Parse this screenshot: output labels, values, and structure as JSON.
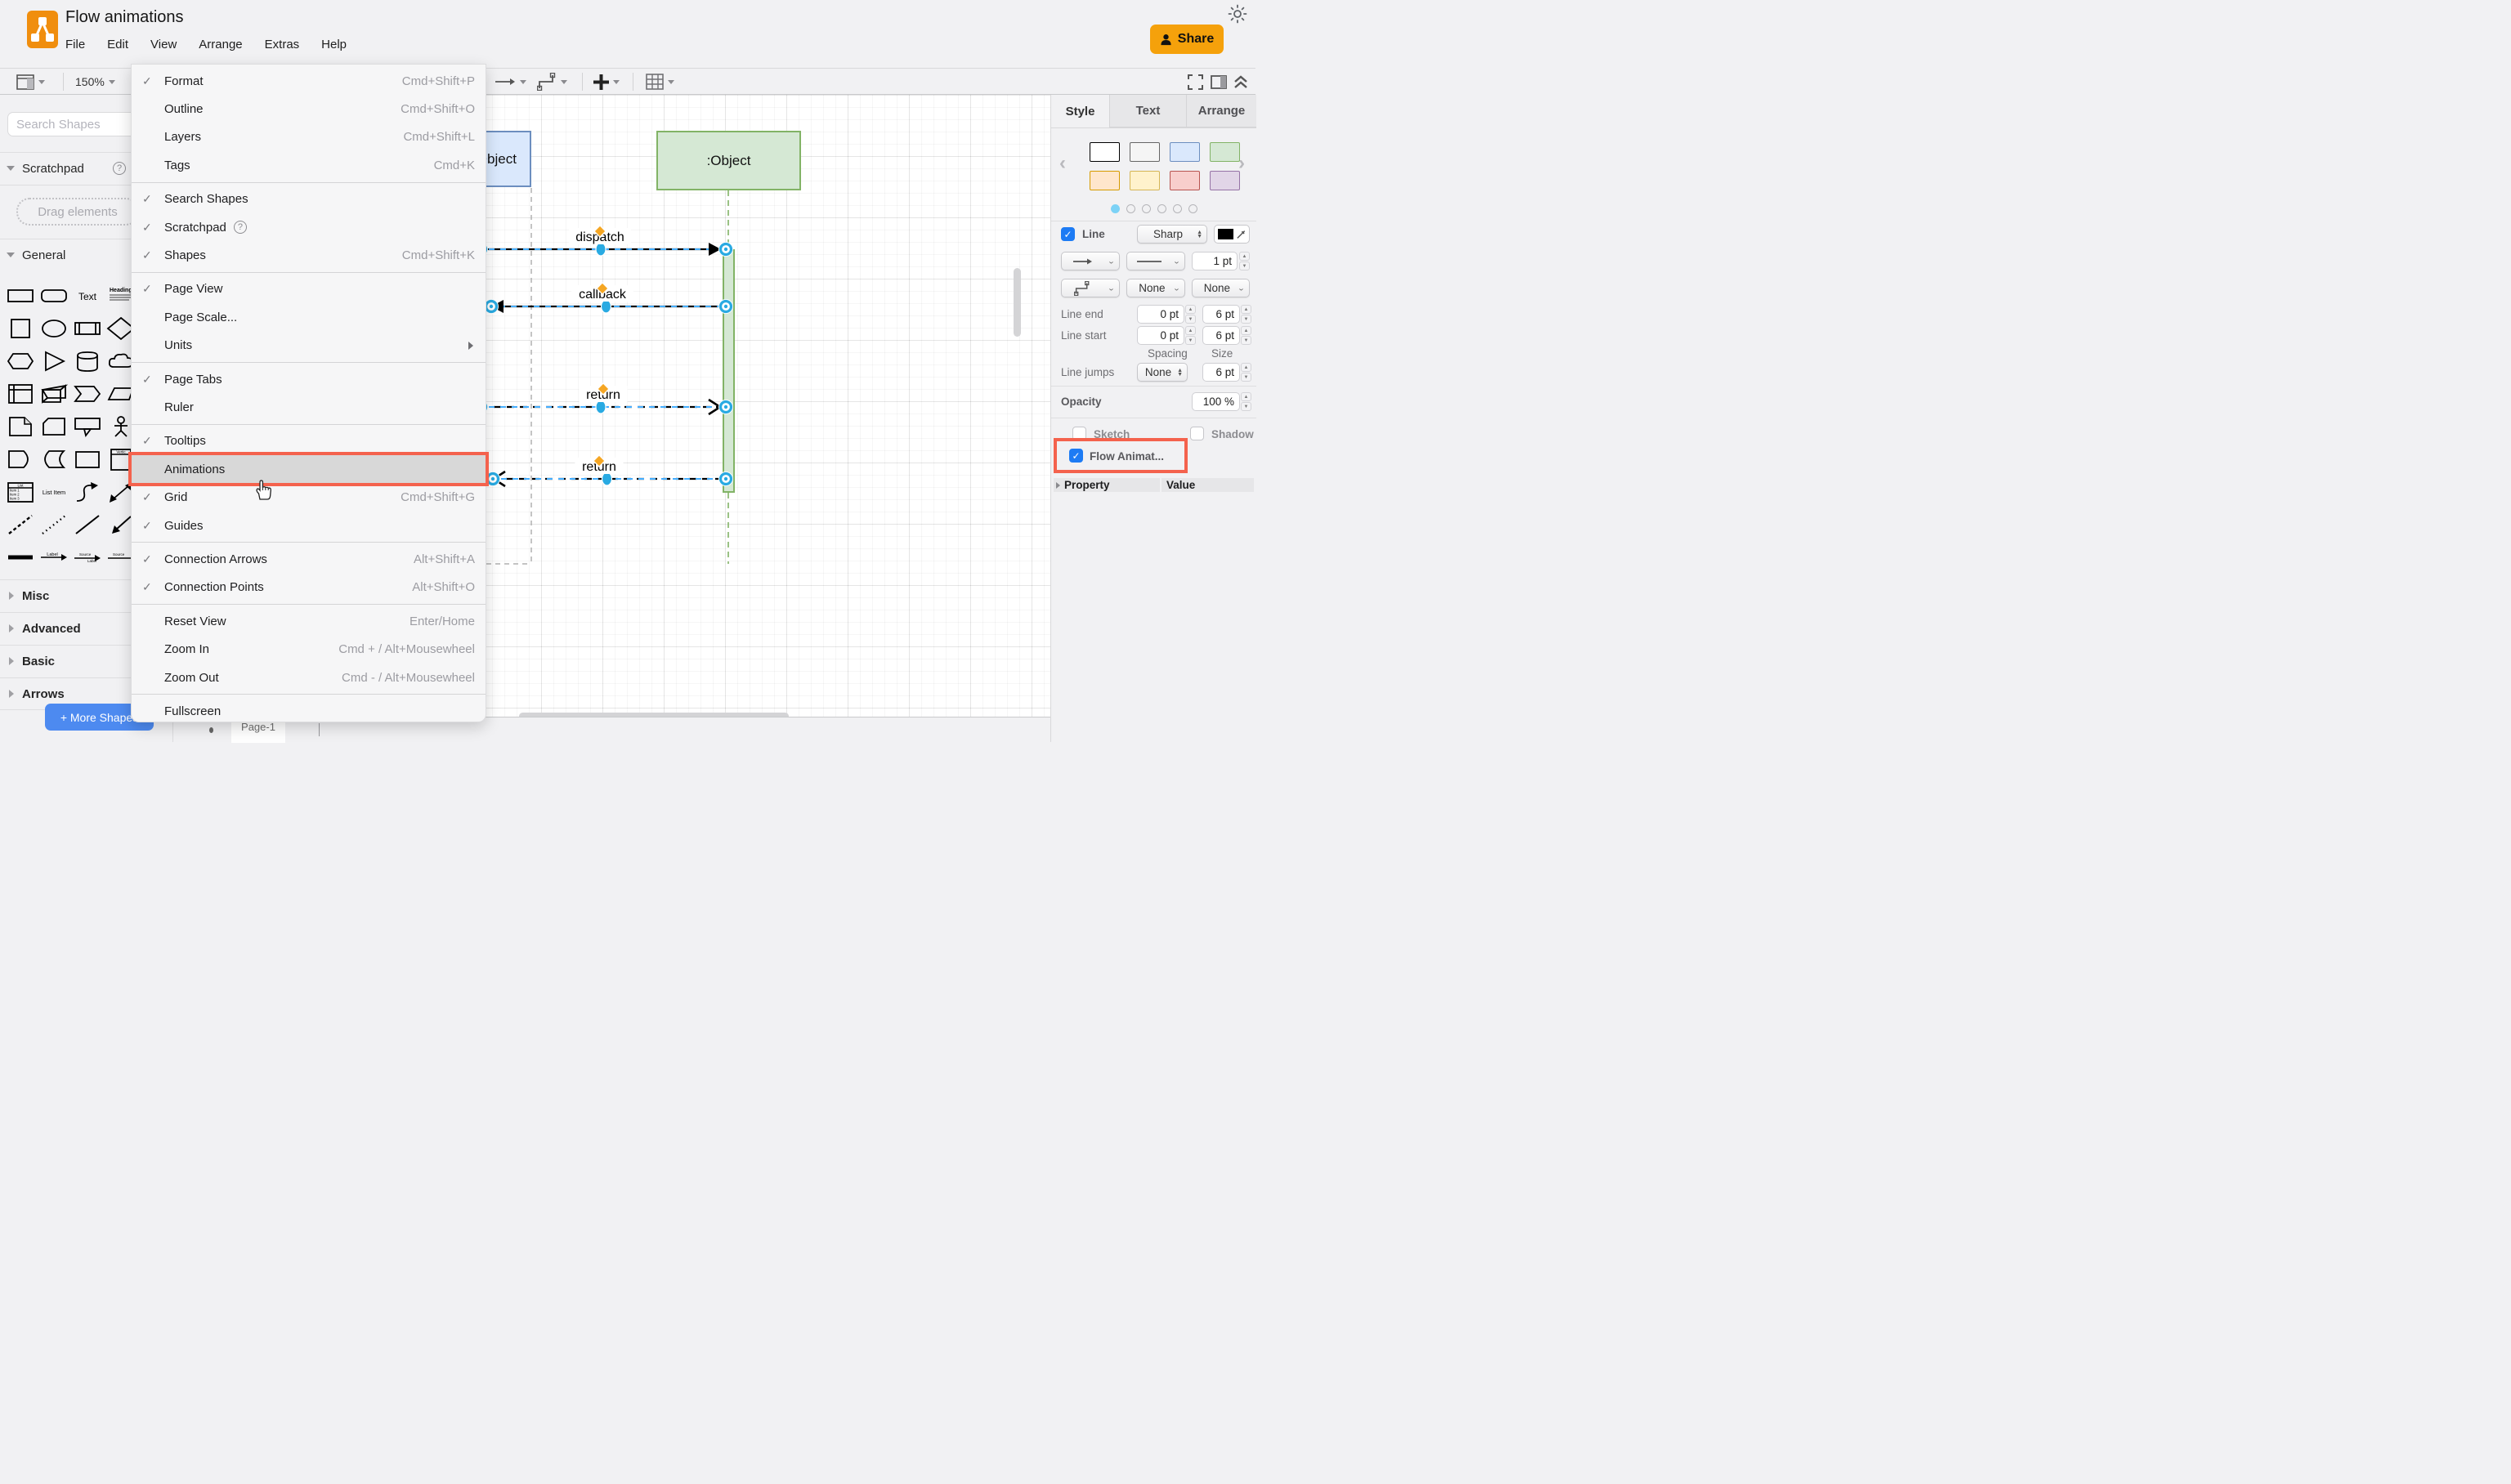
{
  "header": {
    "title": "Flow animations",
    "menus": [
      "File",
      "Edit",
      "View",
      "Arrange",
      "Extras",
      "Help"
    ],
    "share_label": "Share"
  },
  "toolbar": {
    "zoom_level": "150%"
  },
  "sidebar": {
    "search_placeholder": "Search Shapes",
    "scratchpad_label": "Scratchpad",
    "drag_hint": "Drag elements",
    "general_label": "General",
    "shapes": [
      "rectangle",
      "rounded-rectangle",
      "text",
      "heading",
      "square",
      "ellipse",
      "process",
      "diamond",
      "hexagon",
      "triangle",
      "cylinder",
      "cloud",
      "internal-storage",
      "cube",
      "step",
      "trapezoid",
      "note",
      "card",
      "callout",
      "actor",
      "delay",
      "curve-shape",
      "rectangle-2",
      "container",
      "list",
      "list-item",
      "curve-arrow",
      "two-way-arrow",
      "dashed-line",
      "dotted-line",
      "line",
      "directional-arrow",
      "link",
      "arrow-label",
      "arrow-source",
      "arrow-dest"
    ],
    "sections": [
      "Misc",
      "Advanced",
      "Basic",
      "Arrows"
    ],
    "more_shapes_label": "+ More Shapes"
  },
  "view_menu": {
    "items": [
      {
        "label": "Format",
        "shortcut": "Cmd+Shift+P",
        "checked": true
      },
      {
        "label": "Outline",
        "shortcut": "Cmd+Shift+O"
      },
      {
        "label": "Layers",
        "shortcut": "Cmd+Shift+L"
      },
      {
        "label": "Tags",
        "shortcut": "Cmd+K"
      },
      {
        "divider": true
      },
      {
        "label": "Search Shapes",
        "checked": true
      },
      {
        "label": "Scratchpad",
        "checked": true,
        "help": true
      },
      {
        "label": "Shapes",
        "shortcut": "Cmd+Shift+K",
        "checked": true
      },
      {
        "divider": true
      },
      {
        "label": "Page View",
        "checked": true
      },
      {
        "label": "Page Scale..."
      },
      {
        "label": "Units",
        "submenu": true
      },
      {
        "divider": true
      },
      {
        "label": "Page Tabs",
        "checked": true
      },
      {
        "label": "Ruler"
      },
      {
        "divider": true
      },
      {
        "label": "Tooltips",
        "checked": true
      },
      {
        "label": "Animations",
        "highlighted": true
      },
      {
        "label": "Grid",
        "shortcut": "Cmd+Shift+G",
        "checked": true
      },
      {
        "label": "Guides",
        "checked": true
      },
      {
        "divider": true
      },
      {
        "label": "Connection Arrows",
        "shortcut": "Alt+Shift+A",
        "checked": true
      },
      {
        "label": "Connection Points",
        "shortcut": "Alt+Shift+O",
        "checked": true
      },
      {
        "divider": true
      },
      {
        "label": "Reset View",
        "shortcut": "Enter/Home"
      },
      {
        "label": "Zoom In",
        "shortcut": "Cmd + / Alt+Mousewheel"
      },
      {
        "label": "Zoom Out",
        "shortcut": "Cmd - / Alt+Mousewheel"
      },
      {
        "divider": true
      },
      {
        "label": "Fullscreen"
      }
    ]
  },
  "canvas": {
    "objects": [
      {
        "label": ":Object",
        "fill": "#dae8fc",
        "border": "#6c8ebf"
      },
      {
        "label": ":Object",
        "fill": "#d5e8d4",
        "border": "#82b366"
      }
    ],
    "messages": [
      {
        "label": "dispatch",
        "style": "solid",
        "dir": "right"
      },
      {
        "label": "callback",
        "style": "solid",
        "dir": "left"
      },
      {
        "label": "return",
        "style": "dashed",
        "dir": "right"
      },
      {
        "label": "return",
        "style": "dashed",
        "dir": "left"
      }
    ],
    "page_tab": "Page-1"
  },
  "right_panel": {
    "tabs": [
      "Style",
      "Text",
      "Arrange"
    ],
    "active_tab": "Style",
    "swatches": [
      [
        {
          "fill": "#ffffff",
          "border": "#000000"
        },
        {
          "fill": "#f5f5f5",
          "border": "#666666"
        },
        {
          "fill": "#dae8fc",
          "border": "#6c8ebf"
        },
        {
          "fill": "#d5e8d4",
          "border": "#82b366"
        }
      ],
      [
        {
          "fill": "#ffe6cc",
          "border": "#d79b00"
        },
        {
          "fill": "#fff2cc",
          "border": "#d6b656"
        },
        {
          "fill": "#f8cecc",
          "border": "#b85450"
        },
        {
          "fill": "#e1d5e7",
          "border": "#9673a6"
        }
      ]
    ],
    "dots": 6,
    "active_dot": 0,
    "line": {
      "label": "Line",
      "style_value": "Sharp",
      "width_value": "1 pt",
      "waypoint_none_1": "None",
      "waypoint_none_2": "None",
      "line_end_label": "Line end",
      "line_end_spacing": "0 pt",
      "line_end_size": "6 pt",
      "line_start_label": "Line start",
      "line_start_spacing": "0 pt",
      "line_start_size": "6 pt",
      "spacing_label": "Spacing",
      "size_label": "Size",
      "line_jumps_label": "Line jumps",
      "line_jumps_value": "None",
      "line_jumps_size": "6 pt"
    },
    "opacity_label": "Opacity",
    "opacity_value": "100 %",
    "sketch_label": "Sketch",
    "shadow_label": "Shadow",
    "flow_label": "Flow Animat...",
    "property_header": "Property",
    "value_header": "Value"
  },
  "colors": {
    "accent_orange": "#F5A10B",
    "highlight_red": "#F4624D",
    "selection_cyan": "#29AAE2",
    "more_shapes_blue": "#4D8AF0",
    "checkbox_blue": "#1d7bf4",
    "label_diamond_orange": "#F5A623"
  }
}
